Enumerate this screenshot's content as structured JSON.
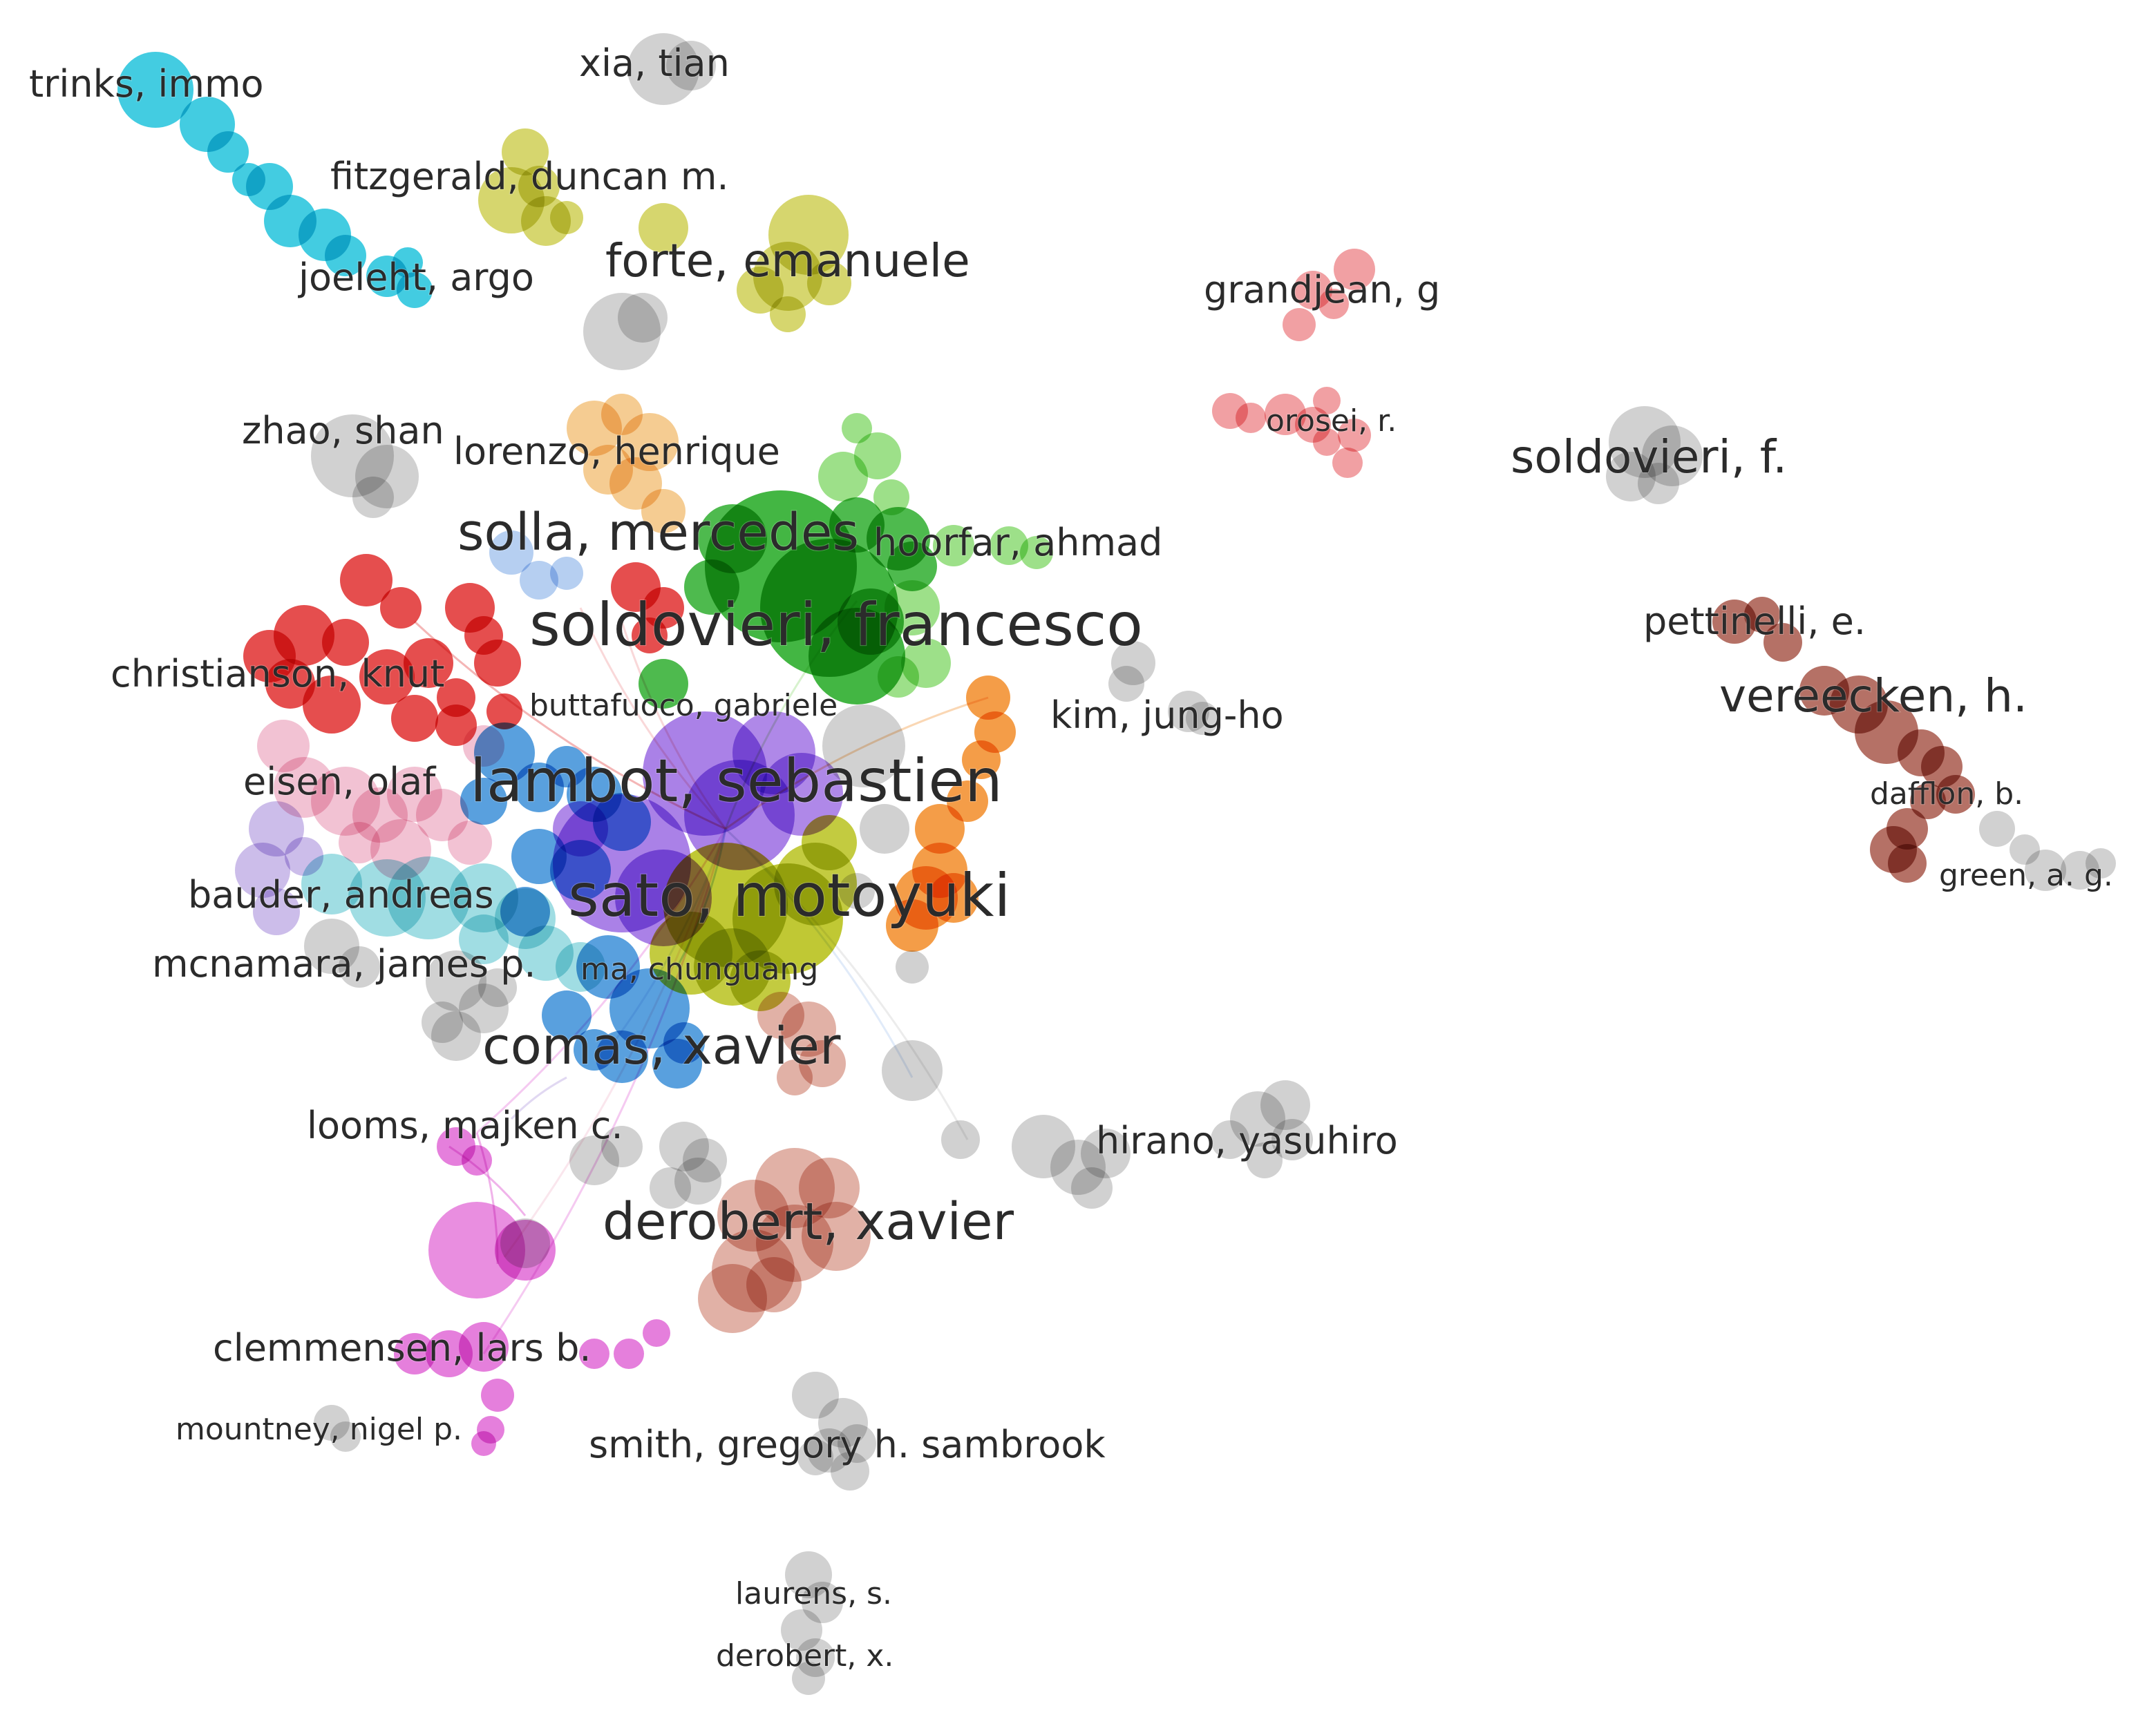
{
  "palette": {
    "cyan": "#22c3dc",
    "yellow": "#cfcf55",
    "olive": "#b9c21e",
    "grey": "#c9c9c9",
    "salmon": "#ee8f93",
    "brown": "#a8584b",
    "orange": "#f28c28",
    "green": "#2fae2f",
    "lightgreen": "#8cda74",
    "red": "#e02f2f",
    "blue": "#3c8fd8",
    "purple": "#a173e4",
    "pink": "#f0b7cb",
    "lavender": "#c3b2e6",
    "teal": "#8fd7de",
    "magenta": "#e168d6",
    "rose": "#dca396",
    "peach": "#f3c37f",
    "lightblue": "#a9c7ee"
  },
  "labels": [
    {
      "id": "trinks-immo",
      "text": "trinks, immo",
      "size": "medium"
    },
    {
      "id": "xia-tian",
      "text": "xia, tian",
      "size": "medium"
    },
    {
      "id": "fitzgerald-duncan-m",
      "text": "fitzgerald, duncan m.",
      "size": "medium"
    },
    {
      "id": "forte-emanuele",
      "text": "forte, emanuele",
      "size": "large"
    },
    {
      "id": "joeleht-argo",
      "text": "joeleht, argo",
      "size": "medium"
    },
    {
      "id": "grandjean-g",
      "text": "grandjean, g",
      "size": "medium"
    },
    {
      "id": "orosei-r",
      "text": "orosei, r.",
      "size": "small"
    },
    {
      "id": "soldovieri-f",
      "text": "soldovieri, f.",
      "size": "large"
    },
    {
      "id": "zhao-shan",
      "text": "zhao, shan",
      "size": "medium"
    },
    {
      "id": "lorenzo-henrique",
      "text": "lorenzo, henrique",
      "size": "medium"
    },
    {
      "id": "solla-mercedes",
      "text": "solla, mercedes",
      "size": "xlarge"
    },
    {
      "id": "hoorfar-ahmad",
      "text": "hoorfar, ahmad",
      "size": "medium"
    },
    {
      "id": "soldovieri-francesco",
      "text": "soldovieri, francesco",
      "size": "xxlarge"
    },
    {
      "id": "pettinelli-e",
      "text": "pettinelli, e.",
      "size": "medium"
    },
    {
      "id": "christianson-knut",
      "text": "christianson, knut",
      "size": "medium"
    },
    {
      "id": "buttafuoco-gabriele",
      "text": "buttafuoco, gabriele",
      "size": "small"
    },
    {
      "id": "kim-jung-ho",
      "text": "kim, jung-ho",
      "size": "medium"
    },
    {
      "id": "vereecken-h",
      "text": "vereecken, h.",
      "size": "large"
    },
    {
      "id": "eisen-olaf",
      "text": "eisen, olaf",
      "size": "medium"
    },
    {
      "id": "lambot-sebastien",
      "text": "lambot, sebastien",
      "size": "xxlarge"
    },
    {
      "id": "dafflon-b",
      "text": "dafflon, b.",
      "size": "small"
    },
    {
      "id": "green-a-g",
      "text": "green, a. g.",
      "size": "small"
    },
    {
      "id": "bauder-andreas",
      "text": "bauder, andreas",
      "size": "medium"
    },
    {
      "id": "sato-motoyuki",
      "text": "sato, motoyuki",
      "size": "xxlarge"
    },
    {
      "id": "mcnamara-james-p",
      "text": "mcnamara, james p.",
      "size": "medium"
    },
    {
      "id": "ma-chunguang",
      "text": "ma, chunguang",
      "size": "small"
    },
    {
      "id": "comas-xavier",
      "text": "comas, xavier",
      "size": "xlarge"
    },
    {
      "id": "looms-majken-c",
      "text": "looms, majken c.",
      "size": "medium"
    },
    {
      "id": "hirano-yasuhiro",
      "text": "hirano, yasuhiro",
      "size": "medium"
    },
    {
      "id": "derobert-xavier",
      "text": "derobert, xavier",
      "size": "xlarge"
    },
    {
      "id": "clemmensen-lars-b",
      "text": "clemmensen, lars b.",
      "size": "medium"
    },
    {
      "id": "mountney-nigel-p",
      "text": "mountney, nigel p.",
      "size": "small"
    },
    {
      "id": "smith-gregory-h-sambrook",
      "text": "smith, gregory h. sambrook",
      "size": "medium"
    },
    {
      "id": "laurens-s",
      "text": "laurens, s.",
      "size": "small"
    },
    {
      "id": "derobert-x",
      "text": "derobert, x.",
      "size": "small"
    }
  ]
}
